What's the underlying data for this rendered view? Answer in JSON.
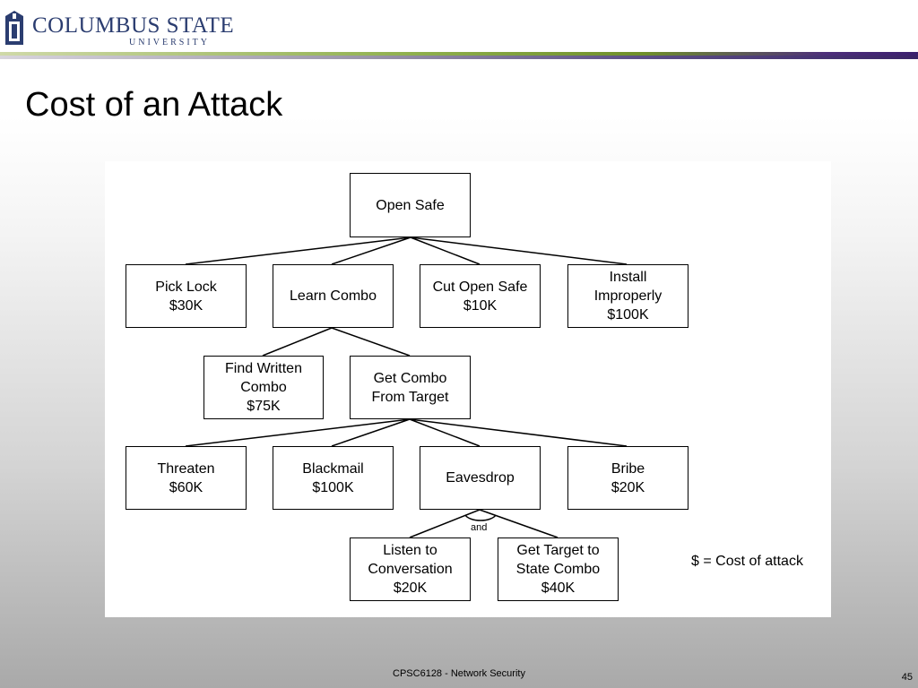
{
  "header": {
    "logo_main": "COLUMBUS STATE",
    "logo_sub": "UNIVERSITY"
  },
  "colors": {
    "navy": "#2b3d70",
    "green_bar": "#8fb04d",
    "purple_bar": "#3b1f6e"
  },
  "slide": {
    "title": "Cost of an Attack"
  },
  "diagram": {
    "nodes": {
      "open_safe": "Open Safe",
      "pick_lock": "Pick Lock\n$30K",
      "learn_combo": "Learn Combo",
      "cut_open_safe": "Cut Open Safe\n$10K",
      "install_improperly": "Install\nImproperly\n$100K",
      "find_written_combo": "Find Written\nCombo\n$75K",
      "get_combo_from_target": "Get Combo\nFrom Target",
      "threaten": "Threaten\n$60K",
      "blackmail": "Blackmail\n$100K",
      "eavesdrop": "Eavesdrop",
      "bribe": "Bribe\n$20K",
      "listen_to_conversation": "Listen to\nConversation\n$20K",
      "get_target_to_state_combo": "Get Target to\nState Combo\n$40K"
    },
    "and_label": "and",
    "legend": "$ = Cost of attack"
  },
  "footer": {
    "course": "CPSC6128 - Network Security",
    "page_number": "45"
  }
}
